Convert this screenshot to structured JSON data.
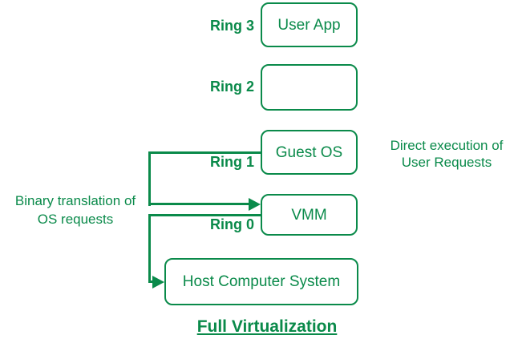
{
  "colors": {
    "green": "#0a8a4a",
    "background": "#ffffff"
  },
  "title": "Full Virtualization",
  "rings": [
    {
      "label": "Ring 3",
      "box_label": "User App"
    },
    {
      "label": "Ring 2",
      "box_label": ""
    },
    {
      "label": "Ring 1",
      "box_label": "Guest OS"
    },
    {
      "label": "Ring 0",
      "box_label": "VMM"
    }
  ],
  "host": {
    "box_label": "Host Computer System"
  },
  "annotations": {
    "direct_execution": "Direct execution of\nUser Requests",
    "binary_translation": "Binary translation of\nOS requests"
  }
}
